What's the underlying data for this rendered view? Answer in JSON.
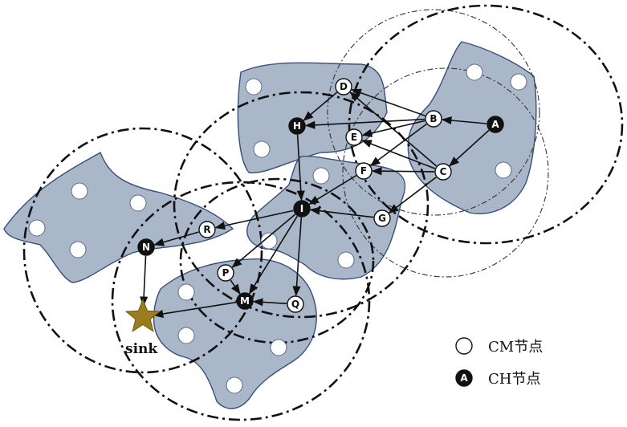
{
  "nodes": {
    "A": {
      "label": "A",
      "type": "CH"
    },
    "B": {
      "label": "B",
      "type": "CM"
    },
    "C": {
      "label": "C",
      "type": "CM"
    },
    "D": {
      "label": "D",
      "type": "CM"
    },
    "E": {
      "label": "E",
      "type": "CM"
    },
    "F": {
      "label": "F",
      "type": "CM"
    },
    "G": {
      "label": "G",
      "type": "CM"
    },
    "H": {
      "label": "H",
      "type": "CH"
    },
    "I": {
      "label": "I",
      "type": "CH"
    },
    "N": {
      "label": "N",
      "type": "CH"
    },
    "R": {
      "label": "R",
      "type": "CM"
    },
    "P": {
      "label": "P",
      "type": "CM"
    },
    "M": {
      "label": "M",
      "type": "CH"
    },
    "Q": {
      "label": "Q",
      "type": "CM"
    }
  },
  "edges": [
    [
      "A",
      "B"
    ],
    [
      "A",
      "C"
    ],
    [
      "B",
      "D"
    ],
    [
      "B",
      "E"
    ],
    [
      "B",
      "H"
    ],
    [
      "B",
      "F"
    ],
    [
      "C",
      "F"
    ],
    [
      "C",
      "E"
    ],
    [
      "C",
      "D"
    ],
    [
      "C",
      "G"
    ],
    [
      "D",
      "H"
    ],
    [
      "H",
      "I"
    ],
    [
      "F",
      "I"
    ],
    [
      "G",
      "I"
    ],
    [
      "I",
      "R"
    ],
    [
      "I",
      "P"
    ],
    [
      "I",
      "M"
    ],
    [
      "I",
      "Q"
    ],
    [
      "R",
      "N"
    ],
    [
      "P",
      "M"
    ],
    [
      "Q",
      "M"
    ],
    [
      "N",
      "sink"
    ],
    [
      "M",
      "sink"
    ]
  ],
  "sink": {
    "label": "sink"
  },
  "legend": {
    "cm": {
      "label": "CM节点"
    },
    "ch": {
      "label": "CH节点",
      "symbol": "A"
    }
  }
}
